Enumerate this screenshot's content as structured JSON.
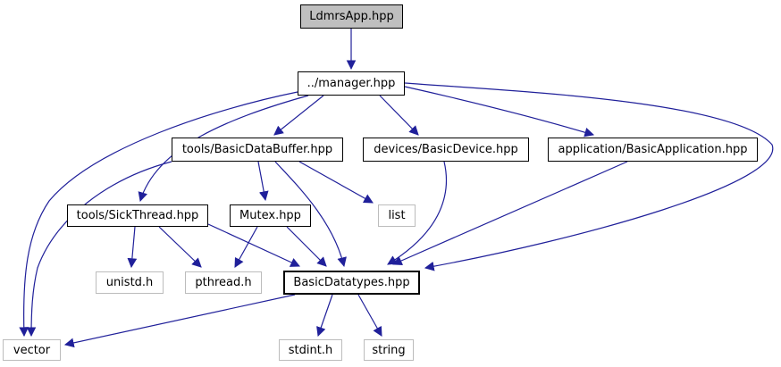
{
  "diagram": {
    "type": "include-dependency-graph",
    "background_color": "#ffffff",
    "edge_color": "#20209a",
    "current_node_fill": "#bfbfbf",
    "linked_node_border": "#000000",
    "system_node_border": "#bcbcbc",
    "nodes": [
      {
        "id": "ldmrsapp",
        "label": "LdmrsApp.hpp",
        "kind": "current"
      },
      {
        "id": "manager",
        "label": "../manager.hpp",
        "kind": "linked"
      },
      {
        "id": "basicdatabuffer",
        "label": "tools/BasicDataBuffer.hpp",
        "kind": "linked"
      },
      {
        "id": "basicdevice",
        "label": "devices/BasicDevice.hpp",
        "kind": "linked"
      },
      {
        "id": "basicapplication",
        "label": "application/BasicApplication.hpp",
        "kind": "linked"
      },
      {
        "id": "sickthread",
        "label": "tools/SickThread.hpp",
        "kind": "linked"
      },
      {
        "id": "mutex",
        "label": "Mutex.hpp",
        "kind": "linked"
      },
      {
        "id": "list",
        "label": "list",
        "kind": "system"
      },
      {
        "id": "unistd",
        "label": "unistd.h",
        "kind": "system"
      },
      {
        "id": "pthread",
        "label": "pthread.h",
        "kind": "system"
      },
      {
        "id": "basicdatatypes",
        "label": "BasicDatatypes.hpp",
        "kind": "linked"
      },
      {
        "id": "vector",
        "label": "vector",
        "kind": "system"
      },
      {
        "id": "stdint",
        "label": "stdint.h",
        "kind": "system"
      },
      {
        "id": "string",
        "label": "string",
        "kind": "system"
      }
    ],
    "edges": [
      {
        "from": "LdmrsApp.hpp",
        "to": "../manager.hpp"
      },
      {
        "from": "../manager.hpp",
        "to": "tools/BasicDataBuffer.hpp"
      },
      {
        "from": "../manager.hpp",
        "to": "devices/BasicDevice.hpp"
      },
      {
        "from": "../manager.hpp",
        "to": "application/BasicApplication.hpp"
      },
      {
        "from": "../manager.hpp",
        "to": "tools/SickThread.hpp"
      },
      {
        "from": "../manager.hpp",
        "to": "vector"
      },
      {
        "from": "../manager.hpp",
        "to": "BasicDatatypes.hpp"
      },
      {
        "from": "tools/BasicDataBuffer.hpp",
        "to": "Mutex.hpp"
      },
      {
        "from": "tools/BasicDataBuffer.hpp",
        "to": "list"
      },
      {
        "from": "tools/BasicDataBuffer.hpp",
        "to": "vector"
      },
      {
        "from": "tools/BasicDataBuffer.hpp",
        "to": "BasicDatatypes.hpp"
      },
      {
        "from": "devices/BasicDevice.hpp",
        "to": "BasicDatatypes.hpp"
      },
      {
        "from": "application/BasicApplication.hpp",
        "to": "BasicDatatypes.hpp"
      },
      {
        "from": "tools/SickThread.hpp",
        "to": "unistd.h"
      },
      {
        "from": "tools/SickThread.hpp",
        "to": "pthread.h"
      },
      {
        "from": "tools/SickThread.hpp",
        "to": "BasicDatatypes.hpp"
      },
      {
        "from": "Mutex.hpp",
        "to": "pthread.h"
      },
      {
        "from": "Mutex.hpp",
        "to": "BasicDatatypes.hpp"
      },
      {
        "from": "BasicDatatypes.hpp",
        "to": "vector"
      },
      {
        "from": "BasicDatatypes.hpp",
        "to": "stdint.h"
      },
      {
        "from": "BasicDatatypes.hpp",
        "to": "string"
      }
    ]
  }
}
